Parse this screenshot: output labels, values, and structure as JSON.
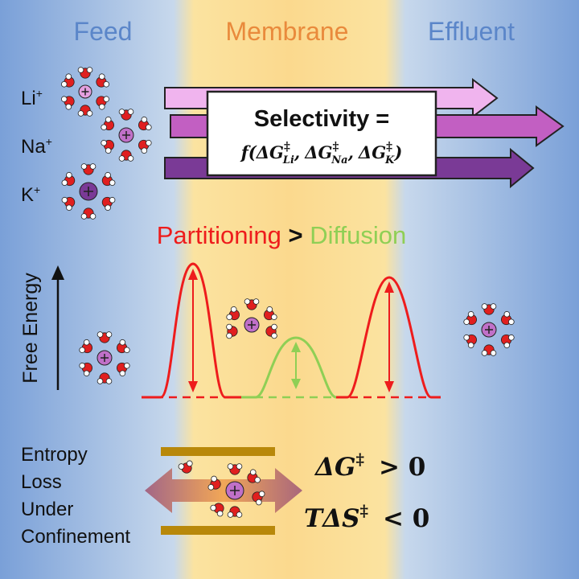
{
  "regions": {
    "feed": "Feed",
    "membrane": "Membrane",
    "effluent": "Effluent"
  },
  "ions": {
    "li": {
      "symbol": "Li",
      "charge": "+"
    },
    "na": {
      "symbol": "Na",
      "charge": "+"
    },
    "k": {
      "symbol": "K",
      "charge": "+"
    }
  },
  "selectivity": {
    "title": "Selectivity =",
    "f": "f(ΔG",
    "dagger": "‡",
    "sub_li": "Li",
    "sub_na": "Na",
    "sub_k": "K",
    "comma": ",",
    "close": ")"
  },
  "comparison": {
    "partitioning": "Partitioning",
    "gt": ">",
    "diffusion": "Diffusion"
  },
  "energy_axis": {
    "label": "Free Energy"
  },
  "entropy": {
    "line1": "Entropy",
    "line2": "Loss",
    "line3": "Under",
    "line4": "Confinement"
  },
  "equations": {
    "dg": "ΔG",
    "dagger": "‡",
    "dg_rel": "> 0",
    "tds": "TΔS",
    "tds_rel": "< 0"
  },
  "colors": {
    "feed_blue": "#5b86c9",
    "membrane_orange": "#e98a3c",
    "partitioning_red": "#ee1c1c",
    "diffusion_green": "#8fcf55",
    "ion_purple": "#a058b8",
    "oxygen_red": "#e01f1f",
    "arrow_light": "#f0b4ee",
    "arrow_mid": "#c25fc2",
    "arrow_dark": "#7a3a96",
    "confinement_gold": "#b8880a"
  }
}
